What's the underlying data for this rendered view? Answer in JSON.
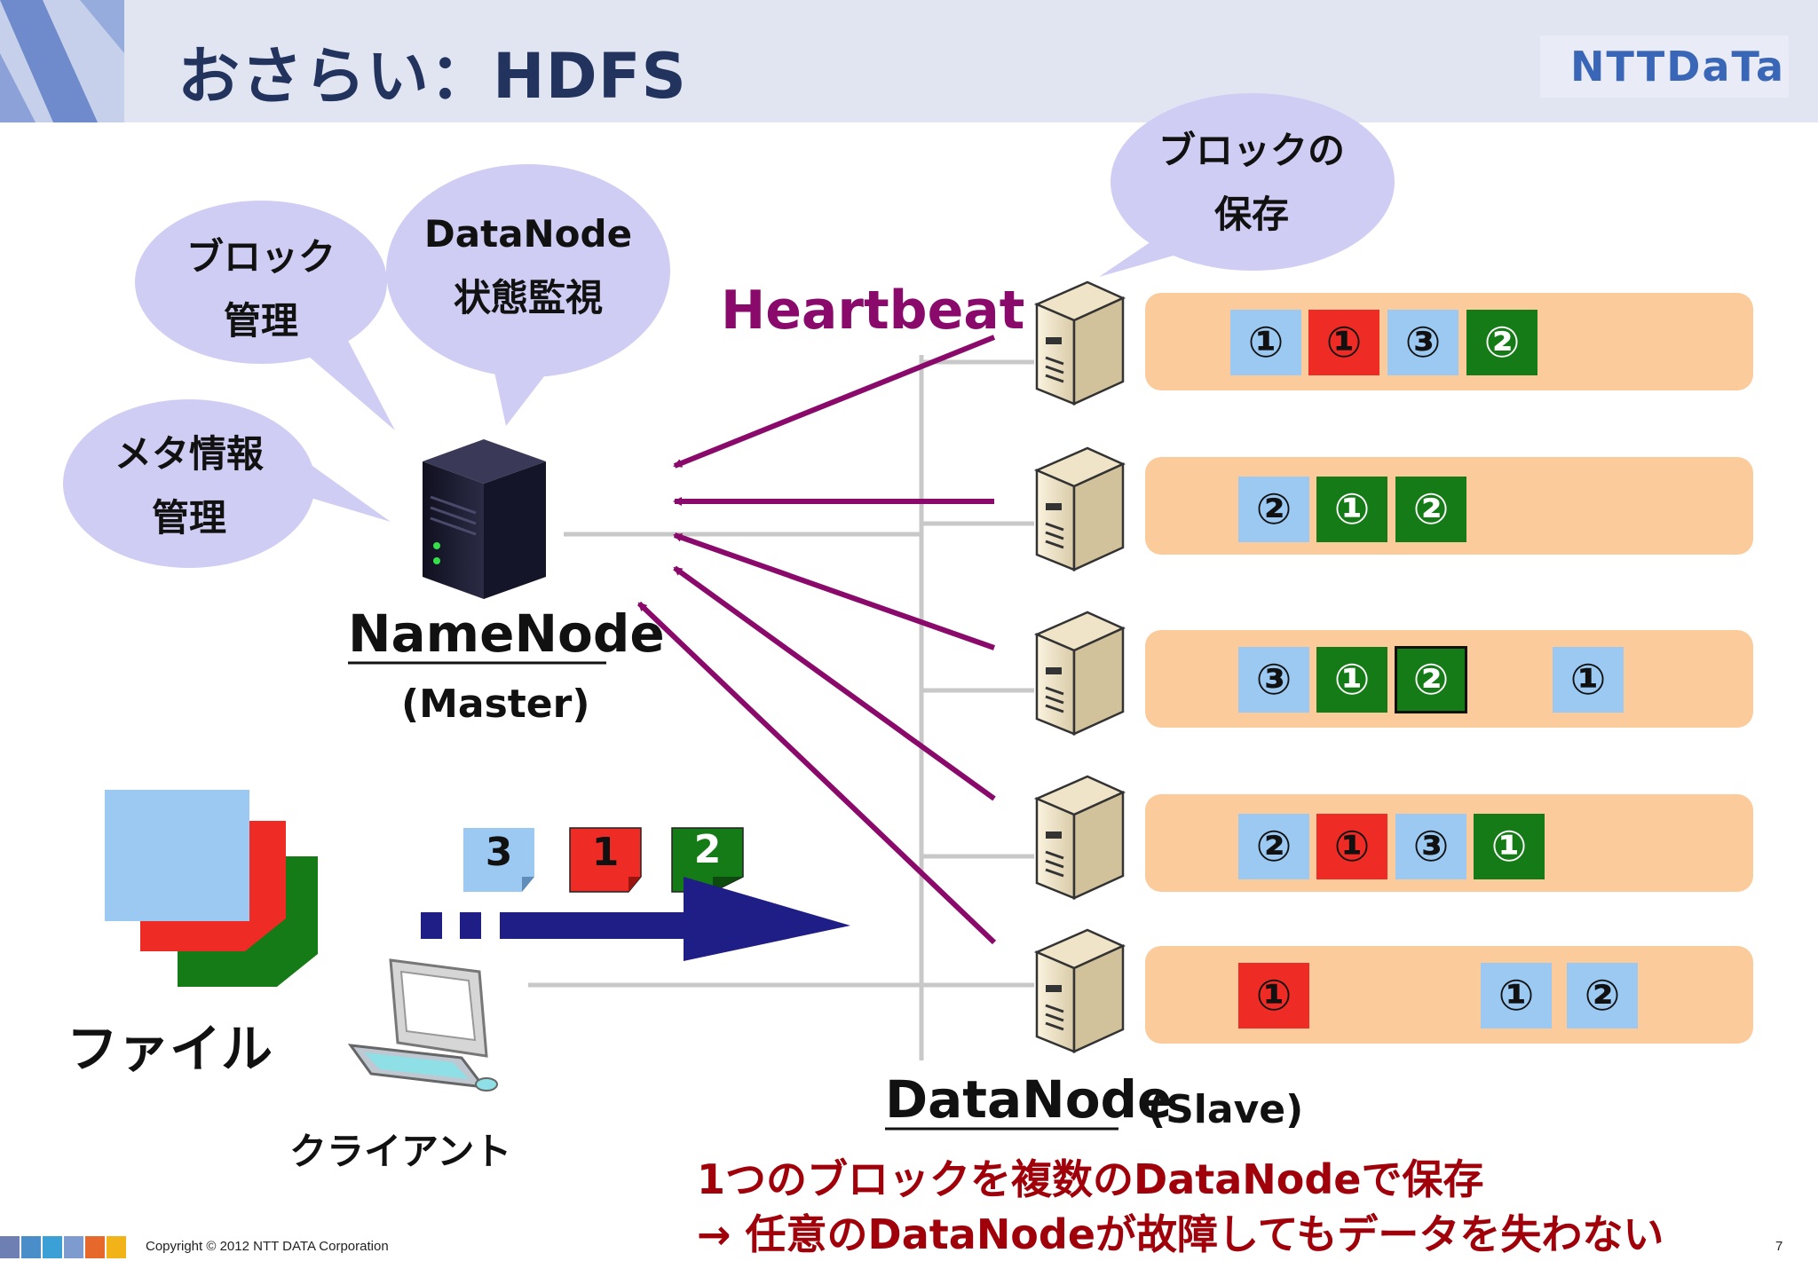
{
  "header": {
    "title": "おさらい：HDFS",
    "logo": "NTTDaTa"
  },
  "bubbles": {
    "block_mgmt": [
      "ブロック",
      "管理"
    ],
    "datanode_monitor": [
      "DataNode",
      "状態監視"
    ],
    "meta_mgmt": [
      "メタ情報",
      "管理"
    ],
    "block_store": [
      "ブロックの",
      "保存"
    ]
  },
  "labels": {
    "heartbeat": "Heartbeat",
    "namenode": "NameNode",
    "master": "(Master)",
    "datanode": "DataNode",
    "slave": "(Slave)",
    "file": "ファイル",
    "client": "クライアント"
  },
  "file_chunks": [
    "3",
    "1",
    "2"
  ],
  "datanode_rows": [
    [
      {
        "text": "①",
        "color": "blue"
      },
      {
        "text": "①",
        "color": "red"
      },
      {
        "text": "③",
        "color": "blue"
      },
      {
        "text": "②",
        "color": "green"
      }
    ],
    [
      {
        "text": "②",
        "color": "blue"
      },
      {
        "text": "①",
        "color": "green"
      },
      {
        "text": "②",
        "color": "green"
      }
    ],
    [
      {
        "text": "③",
        "color": "blue"
      },
      {
        "text": "①",
        "color": "green"
      },
      {
        "text": "②",
        "color": "green"
      },
      {
        "text": "①",
        "color": "blue"
      }
    ],
    [
      {
        "text": "②",
        "color": "blue"
      },
      {
        "text": "①",
        "color": "red"
      },
      {
        "text": "③",
        "color": "blue"
      },
      {
        "text": "①",
        "color": "green"
      }
    ],
    [
      {
        "text": "①",
        "color": "red"
      },
      {
        "text": "①",
        "color": "blue"
      },
      {
        "text": "②",
        "color": "blue"
      }
    ]
  ],
  "notes": {
    "line1": "1つのブロックを複数のDataNodeで保存",
    "line2": "→ 任意のDataNodeが故障してもデータを失わない"
  },
  "footer": {
    "copyright": "Copyright © 2012 NTT DATA Corporation",
    "page": "7"
  },
  "colors": {
    "header_bg": "#e1e5f2",
    "title": "#22335e",
    "bubble": "#cfcdf3",
    "heartbeat": "#8a0a6c",
    "row_bg": "#fbcb9b",
    "block_blue": "#9bc9f2",
    "block_red": "#ee2b24",
    "block_green": "#157b17",
    "note_red": "#a0000a",
    "transfer_arrow": "#1f1d86"
  }
}
